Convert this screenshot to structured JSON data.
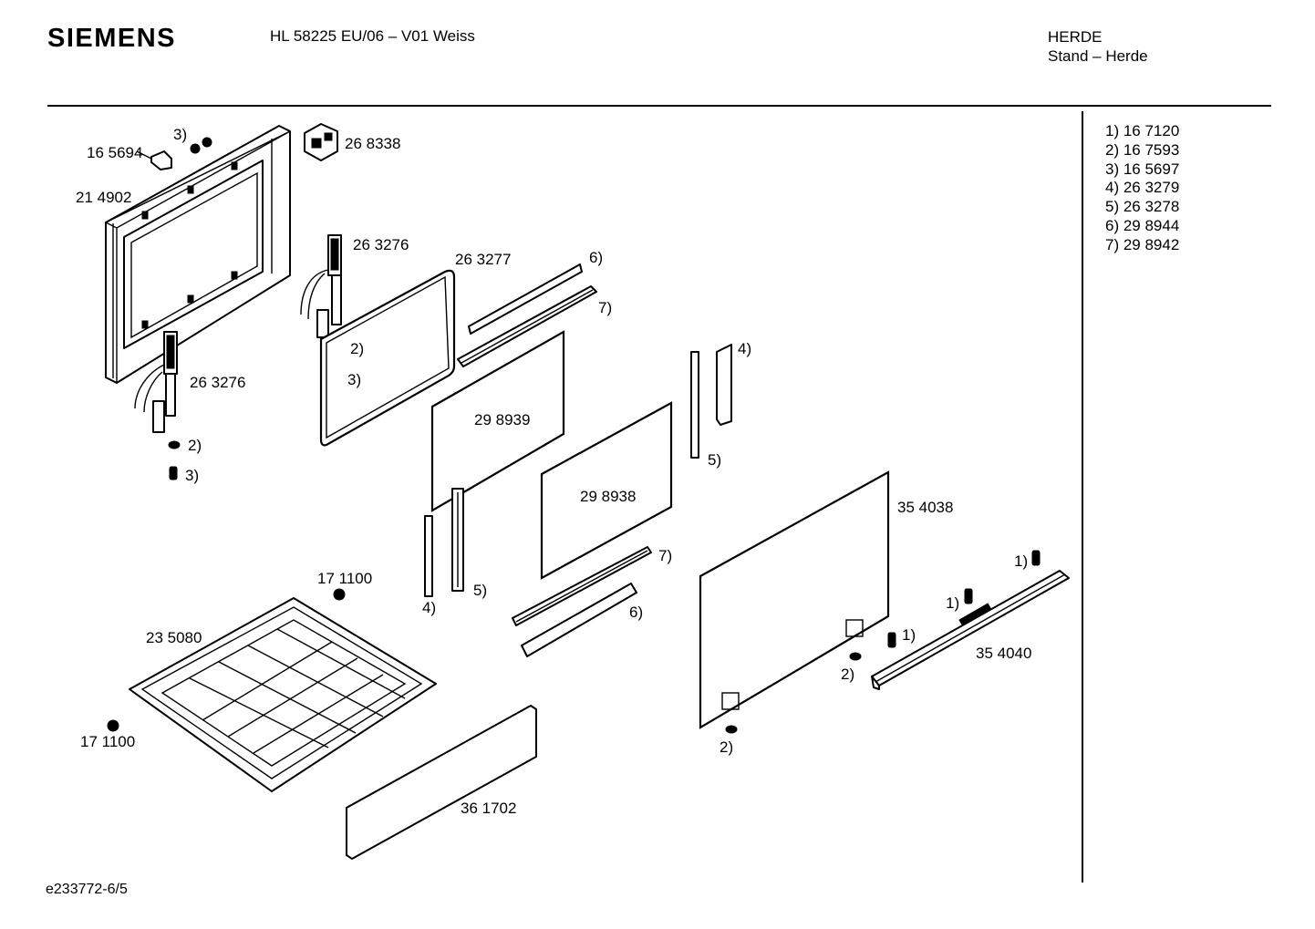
{
  "header": {
    "brand": "SIEMENS",
    "model": "HL 58225 EU/06 – V01 Weiss",
    "category": "HERDE",
    "subcategory": "Stand – Herde"
  },
  "legend": [
    "1) 16 7120",
    "2) 16 7593",
    "3) 16 5697",
    "4) 26 3279",
    "5) 26 3278",
    "6) 29 8944",
    "7) 29 8942"
  ],
  "labels": {
    "p165694": "16 5694",
    "p3a": "3)",
    "p268338": "26 8338",
    "p214902": "21 4902",
    "p263276a": "26 3276",
    "p263277": "26 3277",
    "p6a": "6)",
    "p7a": "7)",
    "p2a": "2)",
    "p3b": "3)",
    "p263276b": "26 3276",
    "p298939": "29 8939",
    "p4a": "4)",
    "p5a": "5)",
    "p2b": "2)",
    "p3c": "3)",
    "p298938": "29 8938",
    "p354038": "35 4038",
    "p171100a": "17 1100",
    "p4b": "4)",
    "p5b": "5)",
    "p7b": "7)",
    "p6b": "6)",
    "p1a": "1)",
    "p1b": "1)",
    "p1c": "1)",
    "p235080": "23 5080",
    "p2c": "2)",
    "p354040": "35 4040",
    "p171100b": "17 1100",
    "p2d": "2)",
    "p361702": "36 1702"
  },
  "footer": "e233772-6/5"
}
